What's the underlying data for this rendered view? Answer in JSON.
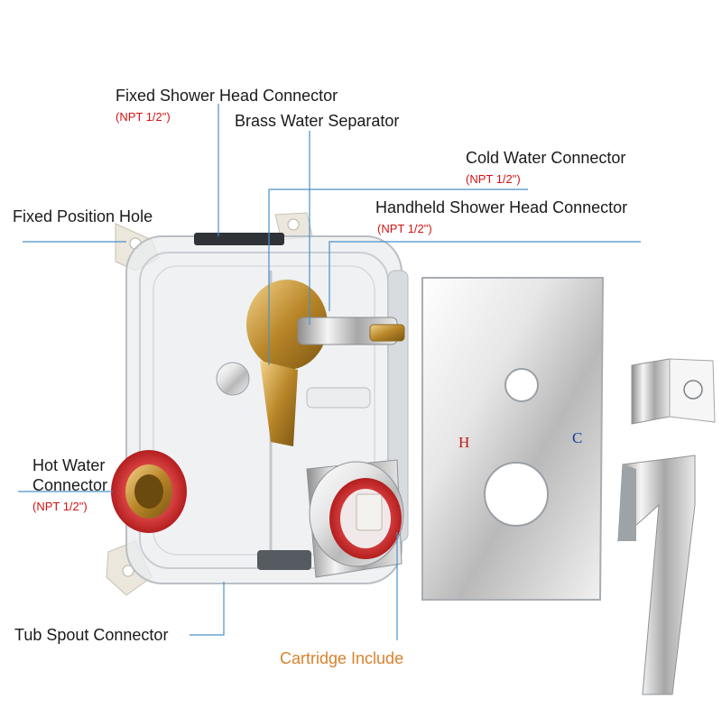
{
  "labels": {
    "fixed_shower_head": {
      "title": "Fixed Shower Head Connector",
      "spec": "(NPT 1/2\")"
    },
    "brass_separator": {
      "title": "Brass Water Separator"
    },
    "cold_water": {
      "title": "Cold Water Connector",
      "spec": "(NPT 1/2\")"
    },
    "fixed_position_hole": {
      "title": "Fixed Position Hole"
    },
    "handheld_shower_head": {
      "title": "Handheld Shower Head Connector",
      "spec": "(NPT 1/2\")"
    },
    "hot_water": {
      "title_line1": "Hot Water",
      "title_line2": "Connector",
      "spec": "(NPT 1/2\")"
    },
    "tub_spout": {
      "title": "Tub Spout Connector"
    },
    "cartridge": {
      "title": "Cartridge Include"
    }
  },
  "trim_plate": {
    "hot_mark": "H",
    "cold_mark": "C"
  },
  "colors": {
    "label_text": "#1a1a1a",
    "spec_text": "#d21414",
    "accent_orange": "#d9822b",
    "leader_line": "#4a90c8",
    "hot_mark": "#c01818",
    "cold_mark": "#1e3a9a"
  },
  "icons": [
    "valve-body",
    "brass-diverter",
    "ceramic-cartridge",
    "trim-plate",
    "shower-icon-cap",
    "lever-handle"
  ]
}
